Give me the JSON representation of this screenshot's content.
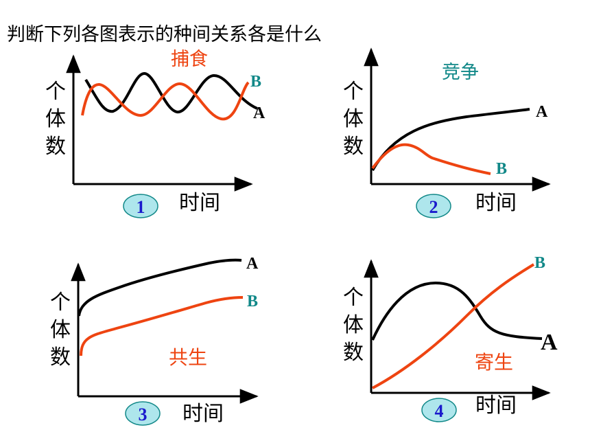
{
  "title": "判断下列各图表示的种间关系各是什么",
  "colors": {
    "axis": "#000000",
    "line_a": "#000000",
    "line_b": "#ee4411",
    "label_b": "#118888",
    "badge_fill": "#aee6ec",
    "badge_stroke": "#118888",
    "badge_text": "#1a1acc"
  },
  "panels": [
    {
      "number": "1",
      "relation": "捕食",
      "relation_color": "#ee4411",
      "ylabel": [
        "个",
        "体",
        "数"
      ],
      "xlabel": "时间",
      "label_a": "A",
      "label_b": "B"
    },
    {
      "number": "2",
      "relation": "竞争",
      "relation_color": "#118888",
      "ylabel": [
        "个",
        "体",
        "数"
      ],
      "xlabel": "时间",
      "label_a": "A",
      "label_b": "B"
    },
    {
      "number": "3",
      "relation": "共生",
      "relation_color": "#ee4411",
      "ylabel": [
        "个",
        "体",
        "数"
      ],
      "xlabel": "时间",
      "label_a": "A",
      "label_b": "B"
    },
    {
      "number": "4",
      "relation": "寄生",
      "relation_color": "#ee4411",
      "ylabel": [
        "个",
        "体",
        "数"
      ],
      "xlabel": "时间",
      "label_a": "A",
      "label_b": "B"
    }
  ]
}
